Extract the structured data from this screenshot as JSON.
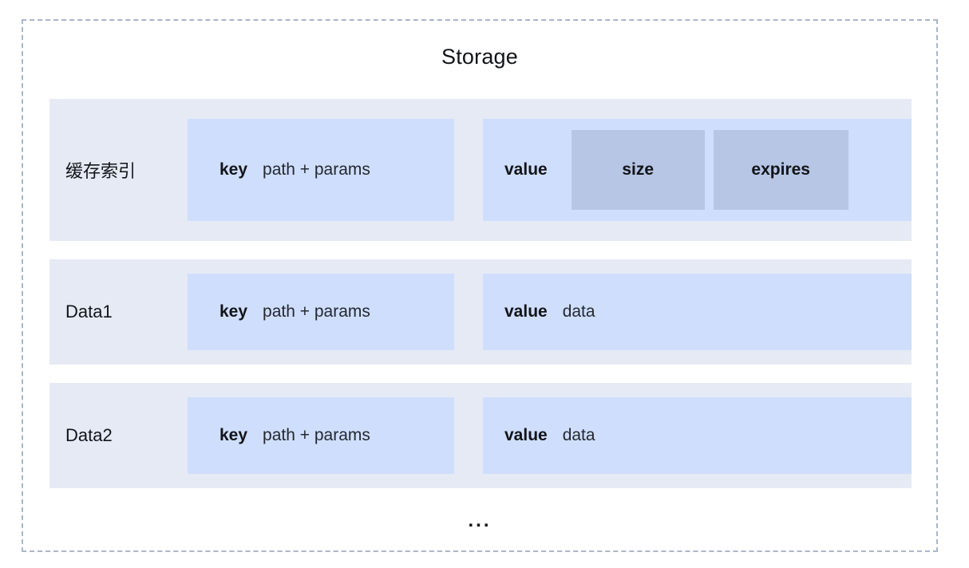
{
  "diagram": {
    "title": "Storage",
    "ellipsis": "...",
    "colors": {
      "frame_border": "#aab6cc",
      "band_bg": "#e6eaf5",
      "field_bg": "#cfdefc",
      "subfield_bg": "#b7c6e4",
      "text": "#111418"
    },
    "rows": [
      {
        "label": "缓存索引",
        "key_label": "key",
        "key_value": "path + params",
        "value_label": "value",
        "value_text": "",
        "subfields": [
          {
            "label": "size"
          },
          {
            "label": "expires"
          }
        ]
      },
      {
        "label": "Data1",
        "key_label": "key",
        "key_value": "path + params",
        "value_label": "value",
        "value_text": "data",
        "subfields": []
      },
      {
        "label": "Data2",
        "key_label": "key",
        "key_value": "path + params",
        "value_label": "value",
        "value_text": "data",
        "subfields": []
      }
    ]
  }
}
